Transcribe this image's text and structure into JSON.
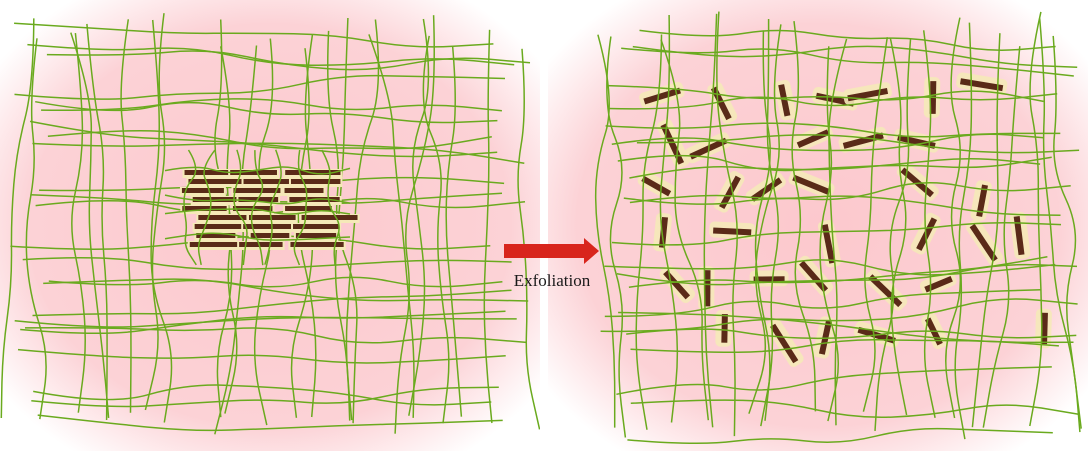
{
  "colors": {
    "background_center": "#fcc8cd",
    "background_edge": "#ffffff",
    "polymer_chain": "#6aaa1e",
    "clay_platelet_dark": "#5a2a18",
    "clay_platelet_light": "#f5e9b8",
    "arrow": "#d8251c"
  },
  "diagram": {
    "left_panel": {
      "icon": "intercalated-clay-stack-in-polymer-network"
    },
    "transition": {
      "label": "Exfoliation",
      "icon": "right-arrow-icon"
    },
    "right_panel": {
      "icon": "exfoliated-clay-platelets-in-polymer-network"
    }
  }
}
